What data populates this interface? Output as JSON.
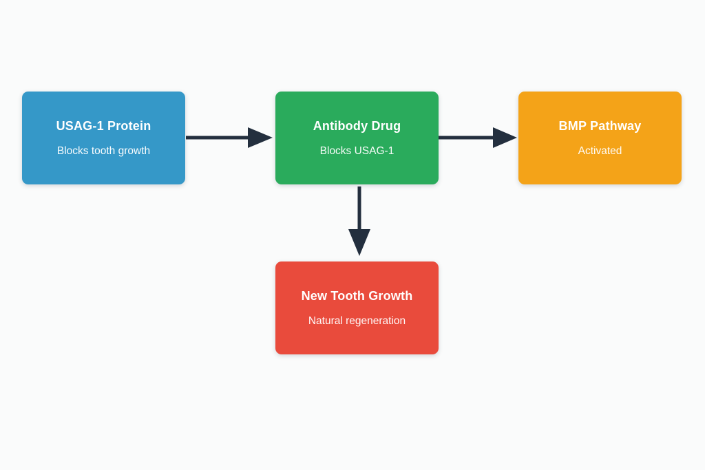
{
  "diagram": {
    "background_color": "#fafbfb",
    "arrow_color": "#232f3e",
    "nodes": {
      "usag1": {
        "title": "USAG-1 Protein",
        "subtitle": "Blocks tooth growth",
        "color": "#3598c8"
      },
      "antibody": {
        "title": "Antibody Drug",
        "subtitle": "Blocks USAG-1",
        "color": "#2aab5c"
      },
      "bmp": {
        "title": "BMP Pathway",
        "subtitle": "Activated",
        "color": "#f4a318"
      },
      "tooth": {
        "title": "New Tooth Growth",
        "subtitle": "Natural regeneration",
        "color": "#e94b3c"
      }
    },
    "edges": [
      {
        "from": "usag1",
        "to": "antibody",
        "direction": "right"
      },
      {
        "from": "antibody",
        "to": "bmp",
        "direction": "right"
      },
      {
        "from": "antibody",
        "to": "tooth",
        "direction": "down"
      }
    ]
  }
}
